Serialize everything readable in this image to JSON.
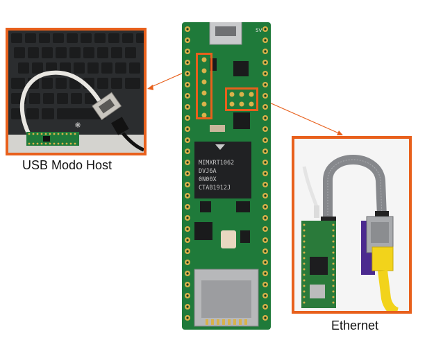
{
  "captions": {
    "left": "USB Modo Host",
    "right": "Ethernet"
  },
  "board": {
    "chip_lines": [
      "MIMXRT1062",
      "DVJ6A",
      "0N00X",
      "CTAB1912J"
    ],
    "usb_label": "5V"
  },
  "colors": {
    "accent": "#e8601c",
    "pcb": "#1f7a3a",
    "gold": "#d9b24a",
    "cable_yellow": "#f2d31b",
    "ribbon": "#7d7f83"
  }
}
